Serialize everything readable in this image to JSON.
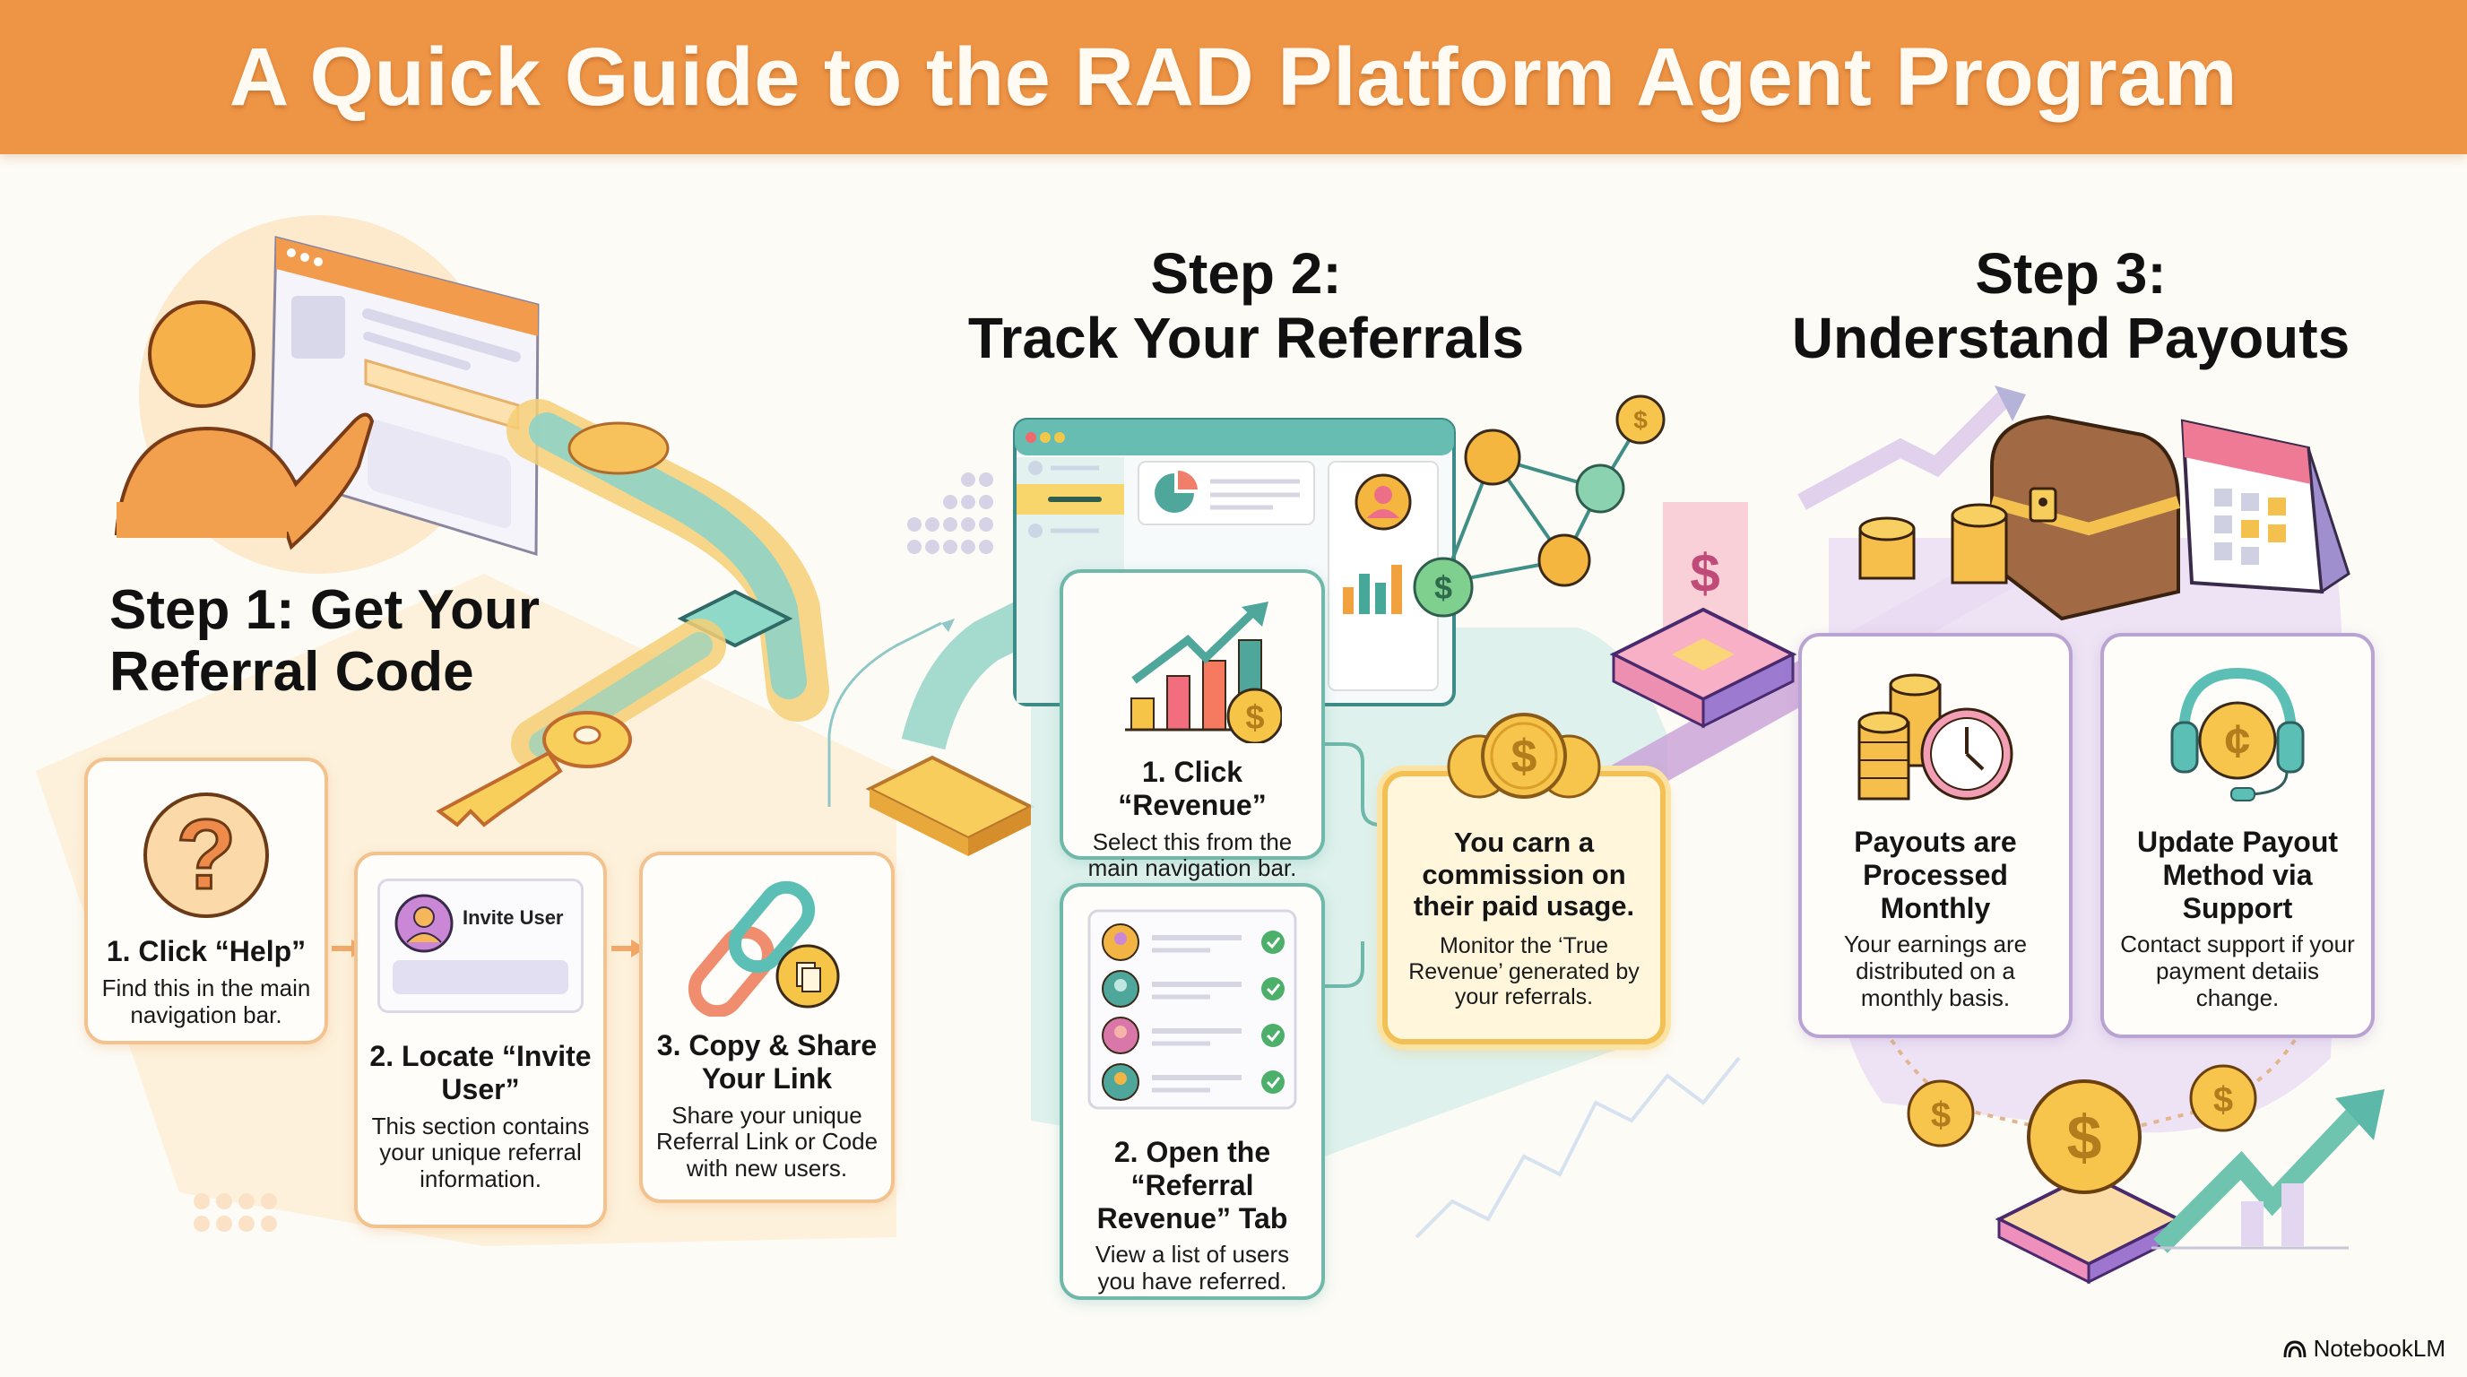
{
  "header": {
    "title": "A Quick Guide to the RAD Platform Agent Program"
  },
  "steps": [
    {
      "heading_line1": "Step 1: Get Your",
      "heading_line2": "Referral Code",
      "theme_color": "#ee9445",
      "cards": [
        {
          "icon": "question-mark-icon",
          "title": "1. Click “Help”",
          "desc": "Find this in the main navigation bar."
        },
        {
          "icon": "invite-user-mock",
          "mock_label": "Invite User",
          "title": "2. Locate “Invite User”",
          "desc": "This section contains your unique referral information."
        },
        {
          "icon": "link-copy-icon",
          "title": "3. Copy & Share Your Link",
          "desc": "Share your unique Referral Link or Code with new users."
        }
      ]
    },
    {
      "heading_line1": "Step 2:",
      "heading_line2": "Track Your Referrals",
      "theme_color": "#6fb8aa",
      "cards": [
        {
          "icon": "revenue-chart-icon",
          "title": "1. Click “Revenue”",
          "desc": "Select this from the main navigation bar."
        },
        {
          "icon": "referral-list-icon",
          "title": "2. Open the “Referral Revenue” Tab",
          "desc": "View a list of users you have referred."
        }
      ],
      "highlight": {
        "icon": "coins-icon",
        "title": "You carn a commission on their paid usage.",
        "desc": "Monitor the ‘True Revenue’ generated by your referrals."
      }
    },
    {
      "heading_line1": "Step 3:",
      "heading_line2": "Understand Payouts",
      "theme_color": "#b9a3d2",
      "cards": [
        {
          "icon": "coins-clock-icon",
          "title": "Payouts are Processed Monthly",
          "desc": "Your earnings are distributed on a monthly basis."
        },
        {
          "icon": "support-headset-icon",
          "title": "Update Payout Method via Support",
          "desc": "Contact support if your payment detaiis change."
        }
      ]
    }
  ],
  "footer": {
    "brand": "NotebookLM"
  }
}
